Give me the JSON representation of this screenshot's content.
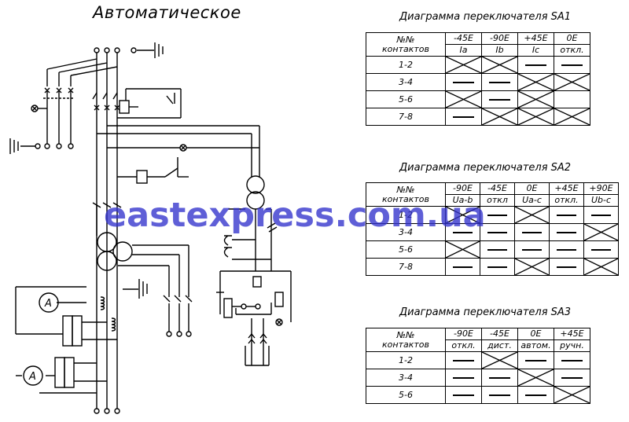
{
  "title": "Автоматическое",
  "watermark": "eastexpress.com.ua",
  "meters": [
    {
      "label": "A"
    },
    {
      "label": "A"
    }
  ],
  "tables": [
    {
      "title": "Диаграмма переключателя SA1",
      "header_first": [
        "№№",
        "контактов"
      ],
      "columns": [
        [
          "-45E",
          "Ia"
        ],
        [
          "-90E",
          "Ib"
        ],
        [
          "+45E",
          "Ic"
        ],
        [
          "0E",
          "откл."
        ]
      ],
      "rows": [
        {
          "label": "1-2",
          "cells": [
            "x",
            "x",
            "-",
            "-"
          ]
        },
        {
          "label": "3-4",
          "cells": [
            "-",
            "-",
            "x",
            "x"
          ]
        },
        {
          "label": "5-6",
          "cells": [
            "x",
            "-",
            "x",
            ""
          ]
        },
        {
          "label": "7-8",
          "cells": [
            "-",
            "x",
            "x",
            "x"
          ]
        }
      ]
    },
    {
      "title": "Диаграмма переключателя SA2",
      "header_first": [
        "№№",
        "контактов"
      ],
      "columns": [
        [
          "-90E",
          "Ua-b"
        ],
        [
          "-45E",
          "откл"
        ],
        [
          "0E",
          "Ua-c"
        ],
        [
          "+45E",
          "откл."
        ],
        [
          "+90E",
          "Ub-c"
        ]
      ],
      "rows": [
        {
          "label": "1-2",
          "cells": [
            "x",
            "-",
            "x",
            "-",
            "-"
          ]
        },
        {
          "label": "3-4",
          "cells": [
            "-",
            "-",
            "-",
            "-",
            "x"
          ]
        },
        {
          "label": "5-6",
          "cells": [
            "x",
            "-",
            "-",
            "-",
            "-"
          ]
        },
        {
          "label": "7-8",
          "cells": [
            "-",
            "-",
            "x",
            "-",
            "x"
          ]
        }
      ]
    },
    {
      "title": "Диаграмма переключателя SA3",
      "header_first": [
        "№№",
        "контактов"
      ],
      "columns": [
        [
          "-90E",
          "откл."
        ],
        [
          "-45E",
          "дист."
        ],
        [
          "0E",
          "автом."
        ],
        [
          "+45E",
          "ручн."
        ]
      ],
      "rows": [
        {
          "label": "1-2",
          "cells": [
            "-",
            "x",
            "-",
            "-"
          ]
        },
        {
          "label": "3-4",
          "cells": [
            "-",
            "-",
            "x",
            "-"
          ]
        },
        {
          "label": "5-6",
          "cells": [
            "-",
            "-",
            "-",
            "x"
          ]
        }
      ]
    }
  ]
}
